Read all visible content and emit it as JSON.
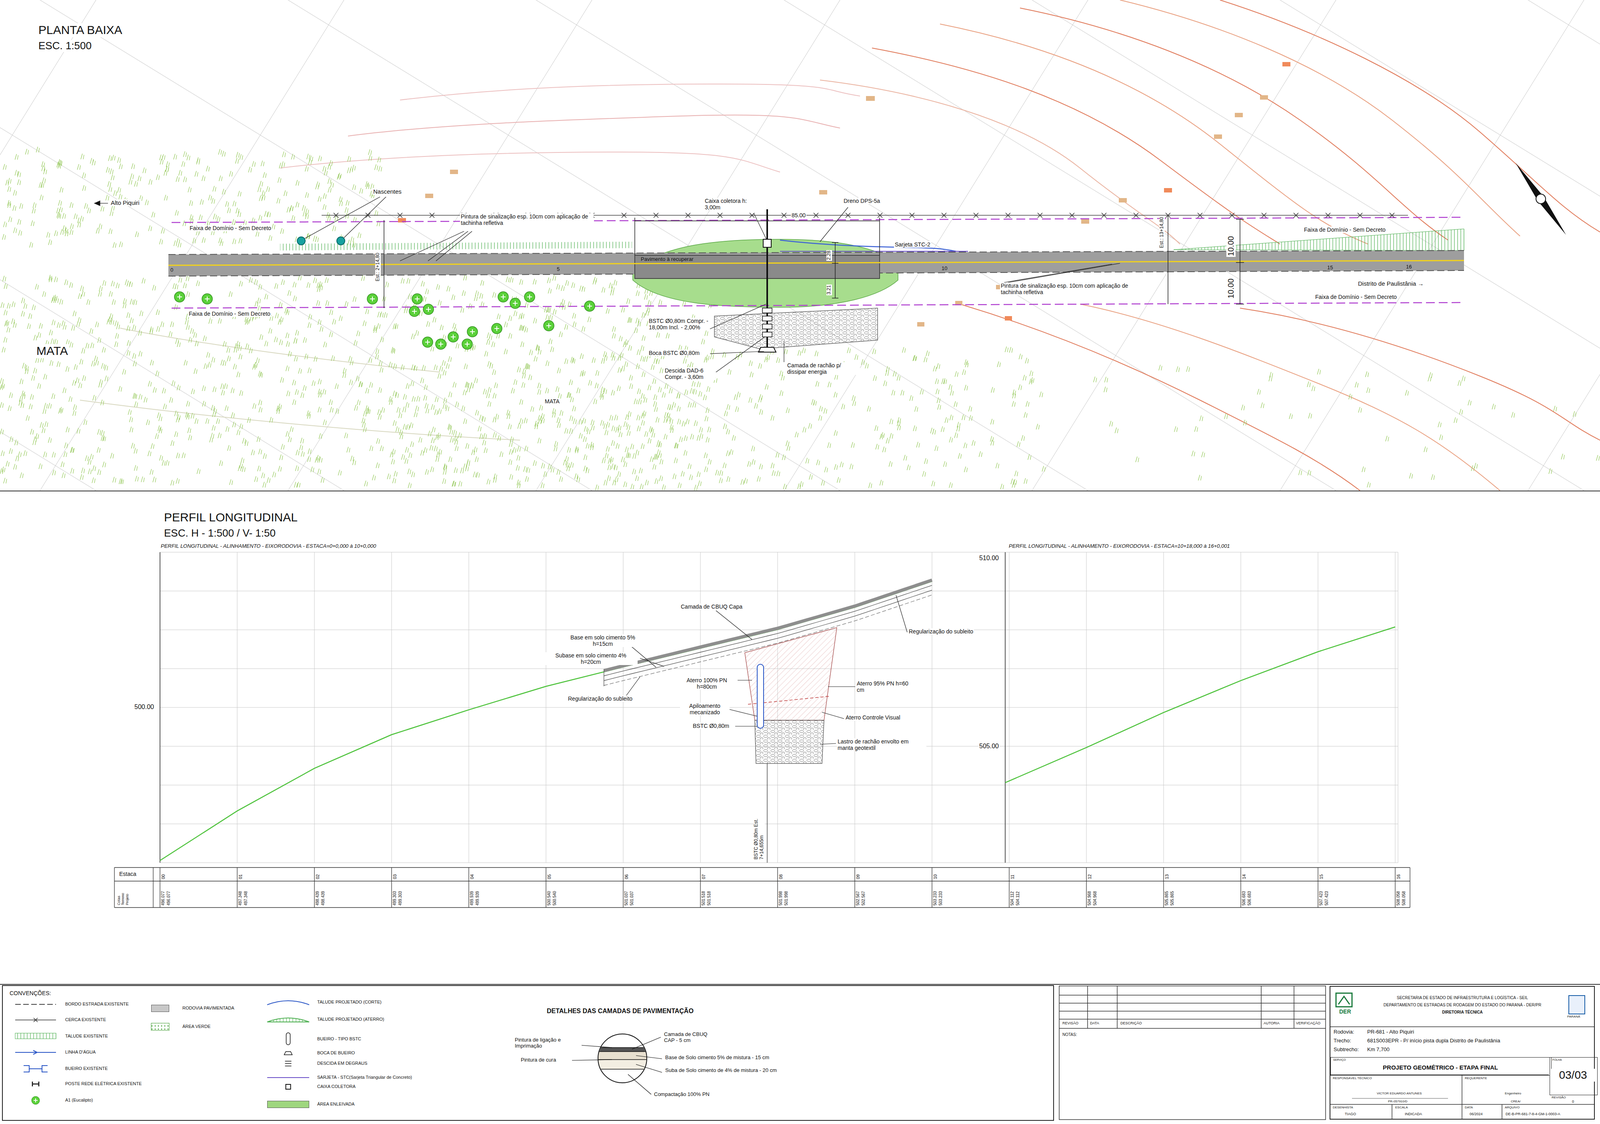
{
  "diagram": {
    "nodes": [
      {
        "text": [
          "CONVENÇÕES:"
        ]
      },
      {
        "text": [
          "SECRETARIA DE ESTADO DE INFRAESTRUTURA E LOGÍSTICA - SEIL",
          "DEPARTAMENTO DE ESTRADAS DE RODAGEM DO ESTADO DO PARANÁ - DER/PR",
          "DIRETORIA TÉCNICA"
        ]
      },
      {
        "text": [
          "SERVIÇO",
          "PROJETO GEOMÉTRICO - ETAPA FINAL"
        ],
        "in": 1
      },
      {
        "text": [
          "FOLHA",
          "03/03"
        ],
        "in": 1
      }
    ],
    "labels": [
      "PLANTA BAIXA",
      "ESC. 1:500",
      "Alto Piquiri",
      "Nascentes",
      "Pintura de sinalização esp. 10cm com aplicação de tachinha refletiva",
      "Faixa de Domínio - Sem Decreto",
      "Faixa de Domínio - Sem Decreto",
      "Faixa de Domínio - Sem Decreto",
      "Faixa de Domínio - Sem Decreto",
      "Caixa coletora h: 3,00m",
      "Dreno DPS-5a",
      "85.00",
      "Sarjeta STC-2",
      "Pavimento à recuperar",
      "0",
      "5",
      "10",
      "15",
      "16",
      "2.28",
      "3.21",
      "10.00",
      "10.00",
      "Est.: 2+14,80",
      "Est.: 13+14,80",
      "Pintura de sinalização esp. 10cm com aplicação de tachinha refletiva",
      "Distrito de Paulistânia →",
      "BSTC Ø0,80m Compr. - 18,00m Incl. - 2,00%",
      "Boca BSTC Ø0,80m",
      "Descida DAD-6 Compr. - 3,60m",
      "Camada de rachão p/ dissipar energia",
      "MATA",
      "MATA",
      "PERFIL LONGITUDINAL",
      "ESC. H - 1:500 / V- 1:50",
      "PERFIL LONGITUDINAL - ALINHAMENTO - EIXORODOVIA - ESTACA=0+0,000 à 10+0,000",
      "PERFIL LONGITUDINAL - ALINHAMENTO - EIXORODOVIA - ESTACA=10+18,000 à 16+0,001",
      "510.00",
      "500.00",
      "505.00",
      "Camada de CBUQ Capa",
      "Regularização do subleito",
      "Base em solo cimento 5% h=15cm",
      "Subase em solo cimento 4% h=20cm",
      "Regularização do subleito",
      "Aterro 100% PN h=80cm",
      "Aterro 95% PN h=60 cm",
      "Apiloamento mecanizado",
      "Aterro Controle Visual",
      "BSTC Ø0,80m",
      "Lastro de rachão envolto em manta geotextil",
      "BSTC Ø0,80m Est. 7+14,655m",
      "Estaca",
      "Cotas Terreno Projeto",
      "DETALHES DAS CAMADAS DE PAVIMENTAÇÃO",
      "Pintura de ligação e Imprimação",
      "Pintura de cura",
      "Camada de CBUQ CAP - 5 cm",
      "Base de Solo cimento 5% de mistura - 15 cm",
      "Suba de Solo cimento de 4% de mistura - 20 cm",
      "Compactação 100% PN",
      "REVISÃO",
      "DATA",
      "DESCRIÇÃO",
      "AUTORIA",
      "VERIFICAÇÃO",
      "NOTAS:",
      "DER",
      "PARANÁ",
      "Rodovia:",
      "PR-681 - Alto Piquiri",
      "Trecho:",
      "681S003EPR - P/ início pista dupla Distrito de Paulistânia",
      "Subtrecho:",
      "Km 7,700",
      "RESPONSÁVEL TÉCNICO",
      "VICTOR EDUARDO ANTUNES",
      "PR-057910/D",
      "REQUERENTE",
      "Engenheiro",
      "CREA/",
      "REVISÃO",
      "0",
      "DESENHISTA",
      "TIAGO",
      "ESCALA",
      "INDICADA",
      "DATA",
      "06/2024",
      "ARQUIVO",
      "DE-B-PR-681-7-8-4-GM-1-0003-A",
      "00",
      "01",
      "02",
      "03",
      "04",
      "05",
      "06",
      "07",
      "08",
      "09",
      "10",
      "11",
      "12",
      "13",
      "14",
      "15",
      "16",
      "496.077",
      "496.077",
      "497.348",
      "497.348",
      "498.439",
      "498.439",
      "499.303",
      "499.303",
      "499.939",
      "499.939",
      "500.540",
      "500.540",
      "501.037",
      "501.037",
      "501.518",
      "501.518",
      "501.998",
      "501.998",
      "502.567",
      "502.567",
      "503.233",
      "503.233",
      "504.112",
      "504.112",
      "504.968",
      "504.968",
      "505.865",
      "505.865",
      "506.683",
      "506.683",
      "507.423",
      "507.423",
      "508.058",
      "508.058"
    ],
    "legend": [
      {
        "text": "BORDO ESTRADA EXISTENTE"
      },
      {
        "text": "CERCA EXISTENTE"
      },
      {
        "text": "TALUDE EXISTENTE"
      },
      {
        "text": "LINHA D'ÁGUA"
      },
      {
        "text": "BUEIRO EXISTENTE"
      },
      {
        "text": "POSTE REDE ELÉTRICA EXISTENTE"
      },
      {
        "text": "A1 (Eucalipto)"
      },
      {
        "text": "RODOVIA PAVIMENTADA",
        "color": "#c8c8c8"
      },
      {
        "text": "ÁREA VERDE"
      },
      {
        "text": "TALUDE PROJETADO (CORTE)"
      },
      {
        "text": "TALUDE PROJETADO (ATERRO)"
      },
      {
        "text": "BUEIRO - TIPO BSTC"
      },
      {
        "text": "BOCA DE BUEIRO"
      },
      {
        "text": "DESCIDA EM DEGRAUS"
      },
      {
        "text": "SARJETA - STC(Sarjeta Triangular de Concreto)"
      },
      {
        "text": "CAIXA COLETORA"
      },
      {
        "text": "ÁREA ENLEIVADA",
        "color": "#9fd67f"
      }
    ]
  }
}
